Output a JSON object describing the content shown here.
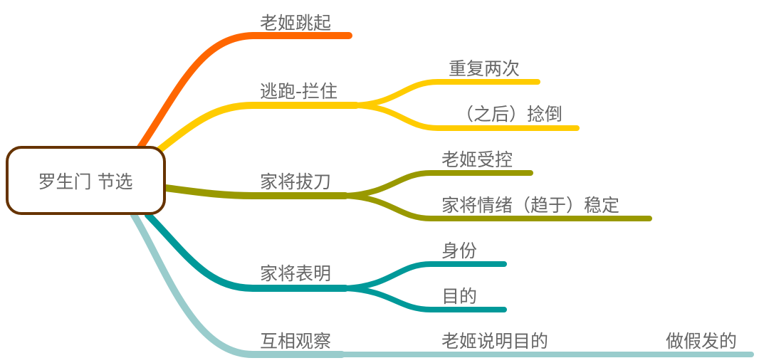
{
  "root": {
    "label": "罗生门 节选",
    "border_color": "#663300"
  },
  "branches": [
    {
      "label": "老姬跳起",
      "color": "#FF6600",
      "children": []
    },
    {
      "label": "逃跑-拦住",
      "color": "#FFCC00",
      "children": [
        {
          "label": "重复两次"
        },
        {
          "label": "（之后）捻倒"
        }
      ]
    },
    {
      "label": "家将拔刀",
      "color": "#999900",
      "children": [
        {
          "label": "老姬受控"
        },
        {
          "label": "家将情绪（趋于）稳定"
        }
      ]
    },
    {
      "label": "家将表明",
      "color": "#009999",
      "children": [
        {
          "label": "身份"
        },
        {
          "label": "目的"
        }
      ]
    },
    {
      "label": "互相观察",
      "color": "#99CCCC",
      "children": [
        {
          "label": "老姬说明目的",
          "children": [
            {
              "label": "做假发的"
            }
          ]
        }
      ]
    }
  ]
}
